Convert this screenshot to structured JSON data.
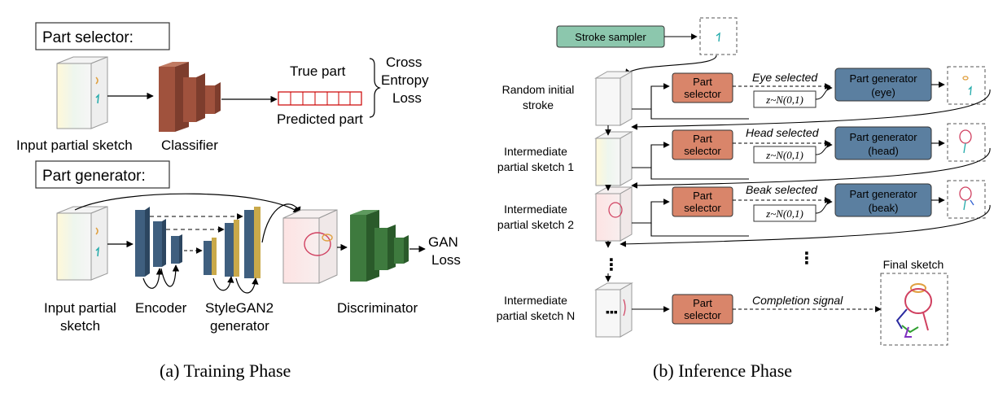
{
  "training": {
    "selector_title": "Part selector:",
    "input_partial_sketch": "Input partial sketch",
    "classifier": "Classifier",
    "true_part": "True part",
    "predicted_part": "Predicted part",
    "loss_line1": "Cross",
    "loss_line2": "Entropy",
    "loss_line3": "Loss",
    "generator_title": "Part generator:",
    "input_line1": "Input partial",
    "input_line2": "sketch",
    "encoder": "Encoder",
    "stylegan_line1": "StyleGAN2",
    "stylegan_line2": "generator",
    "discriminator": "Discriminator",
    "gan_line1": "GAN",
    "gan_line2": "Loss",
    "caption": "(a) Training Phase"
  },
  "inference": {
    "stroke_sampler": "Stroke sampler",
    "random_line1": "Random initial",
    "random_line2": "stroke",
    "inter1_line1": "Intermediate",
    "inter1_line2": "partial sketch 1",
    "inter2_line1": "Intermediate",
    "inter2_line2": "partial sketch 2",
    "interN_line1": "Intermediate",
    "interN_line2": "partial sketch N",
    "part_line1": "Part",
    "part_line2": "selector",
    "eye_selected": "Eye selected",
    "head_selected": "Head selected",
    "beak_selected": "Beak selected",
    "z_label": "z~N(0,1)",
    "gen_title": "Part generator",
    "gen_eye": "(eye)",
    "gen_head": "(head)",
    "gen_beak": "(beak)",
    "completion_signal": "Completion signal",
    "final_sketch": "Final sketch",
    "caption": "(b) Inference Phase"
  },
  "colors": {
    "classifier": "#a0523d",
    "encoder": "#3f5f7f",
    "stylegan": "#c9a94a",
    "discriminator": "#3e7a3e",
    "selector_box": "#d9856a",
    "generator_box": "#5b7fa0",
    "sampler_box": "#8cc7ad"
  }
}
